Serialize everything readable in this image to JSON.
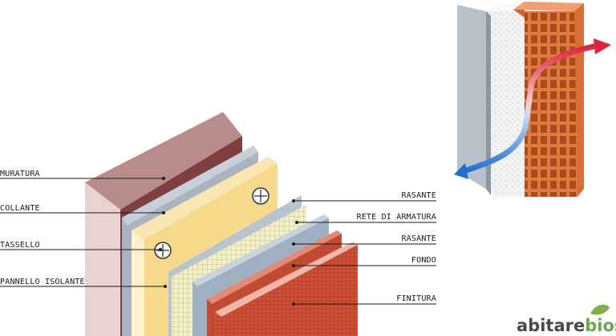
{
  "labels_left": [
    "MURATURA",
    "COLLANTE",
    "TASSELLO",
    "PANNELLO ISOLANTE"
  ],
  "labels_right": [
    "RASANTE",
    "RETE DI ARMATURA",
    "RASANTE",
    "FONDO",
    "FINITURA"
  ],
  "logo": {
    "part1": "abitare",
    "part2": "bios",
    "leaf_color": "#7cb342"
  },
  "colors": {
    "masonry_top": "#b98c8c",
    "masonry_front": "#7d3f3f",
    "adhesive": "#a9b4c0",
    "insulation": "#f6d98a",
    "mesh": "#e6e19a",
    "render": "#9fb0c2",
    "primer": "#c14a32",
    "finish": "#c84a33",
    "arrow_hot": "#e0233d",
    "arrow_cold": "#1f6fd1"
  }
}
